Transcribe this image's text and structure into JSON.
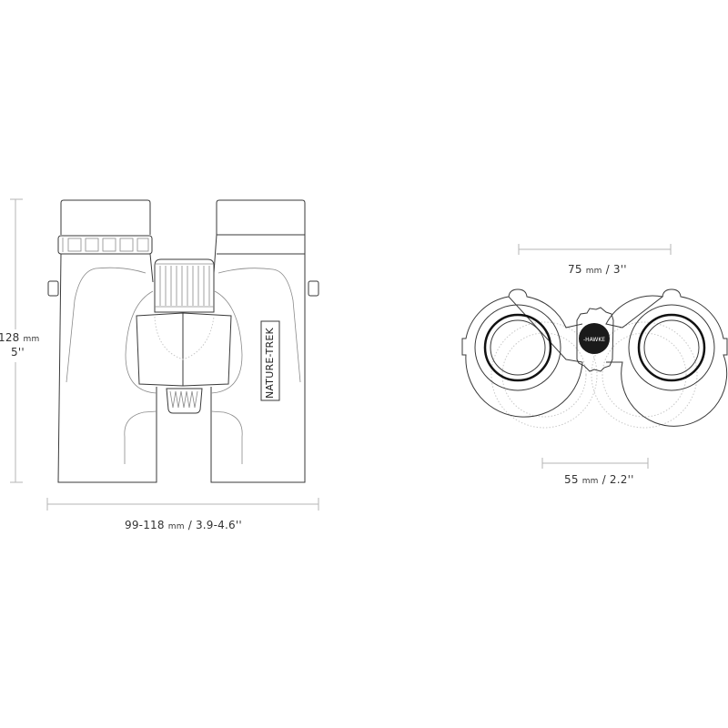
{
  "front_view": {
    "height_mm": "128",
    "height_unit": "mm",
    "height_in": "5''",
    "width_mm": "99-118",
    "width_unit": "mm",
    "width_in": "/ 3.9-4.6''",
    "model_label": "NATURE-TREK"
  },
  "top_view": {
    "brand_logo": "HAWKE",
    "max_ipd_mm": "75",
    "max_ipd_unit": "mm",
    "max_ipd_in": "/ 3''",
    "min_ipd_mm": "55",
    "min_ipd_unit": "mm",
    "min_ipd_in": "/ 2.2''"
  }
}
